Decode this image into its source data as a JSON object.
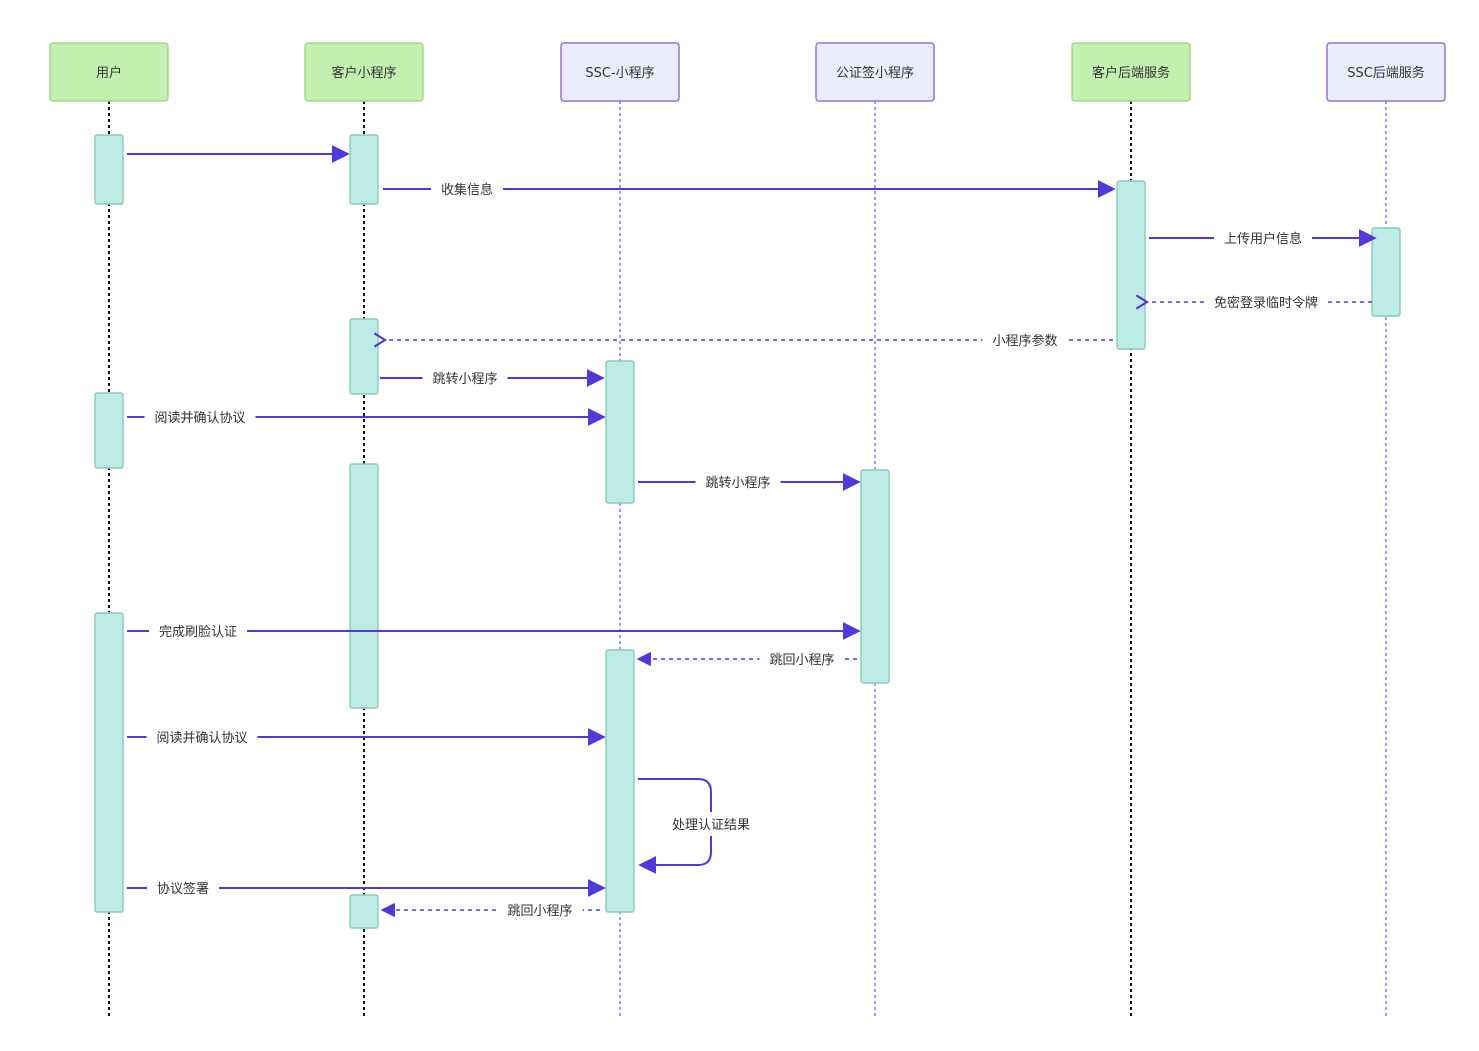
{
  "participants": [
    {
      "id": "user",
      "label": "用户",
      "style": "green"
    },
    {
      "id": "client_mp",
      "label": "客户小程序",
      "style": "green"
    },
    {
      "id": "ssc_mp",
      "label": "SSC-小程序",
      "style": "purple"
    },
    {
      "id": "notary_mp",
      "label": "公证签小程序",
      "style": "purple"
    },
    {
      "id": "client_backend",
      "label": "客户后端服务",
      "style": "green"
    },
    {
      "id": "ssc_backend",
      "label": "SSC后端服务",
      "style": "purple"
    }
  ],
  "messages": [
    {
      "from": "user",
      "to": "client_mp",
      "label": "",
      "dashed": false
    },
    {
      "from": "client_mp",
      "to": "client_backend",
      "label": "收集信息",
      "dashed": false
    },
    {
      "from": "client_backend",
      "to": "ssc_backend",
      "label": "上传用户信息",
      "dashed": false
    },
    {
      "from": "ssc_backend",
      "to": "client_backend",
      "label": "免密登录临时令牌",
      "dashed": true
    },
    {
      "from": "client_backend",
      "to": "client_mp",
      "label": "小程序参数",
      "dashed": true
    },
    {
      "from": "client_mp",
      "to": "ssc_mp",
      "label": "跳转小程序",
      "dashed": false
    },
    {
      "from": "user",
      "to": "ssc_mp",
      "label": "阅读并确认协议",
      "dashed": false
    },
    {
      "from": "ssc_mp",
      "to": "notary_mp",
      "label": "跳转小程序",
      "dashed": false
    },
    {
      "from": "user",
      "to": "notary_mp",
      "label": "完成刷脸认证",
      "dashed": false
    },
    {
      "from": "notary_mp",
      "to": "ssc_mp",
      "label": "跳回小程序",
      "dashed": true
    },
    {
      "from": "user",
      "to": "ssc_mp",
      "label": "阅读并确认协议",
      "dashed": false
    },
    {
      "from": "ssc_mp",
      "to": "ssc_mp",
      "label": "处理认证结果",
      "dashed": false,
      "self": true
    },
    {
      "from": "user",
      "to": "ssc_mp",
      "label": "协议签署",
      "dashed": false
    },
    {
      "from": "ssc_mp",
      "to": "client_mp",
      "label": "跳回小程序",
      "dashed": true
    }
  ],
  "colors": {
    "green_fill": "#c3efb0",
    "green_stroke": "#a8d48e",
    "purple_fill": "#ececff",
    "purple_stroke": "#9370db",
    "activation_fill": "#bdece6",
    "activation_stroke": "#8cc9b8",
    "arrow": "#5237d9",
    "lifeline_solid": "#111111",
    "lifeline_purple": "#6a54e8"
  }
}
